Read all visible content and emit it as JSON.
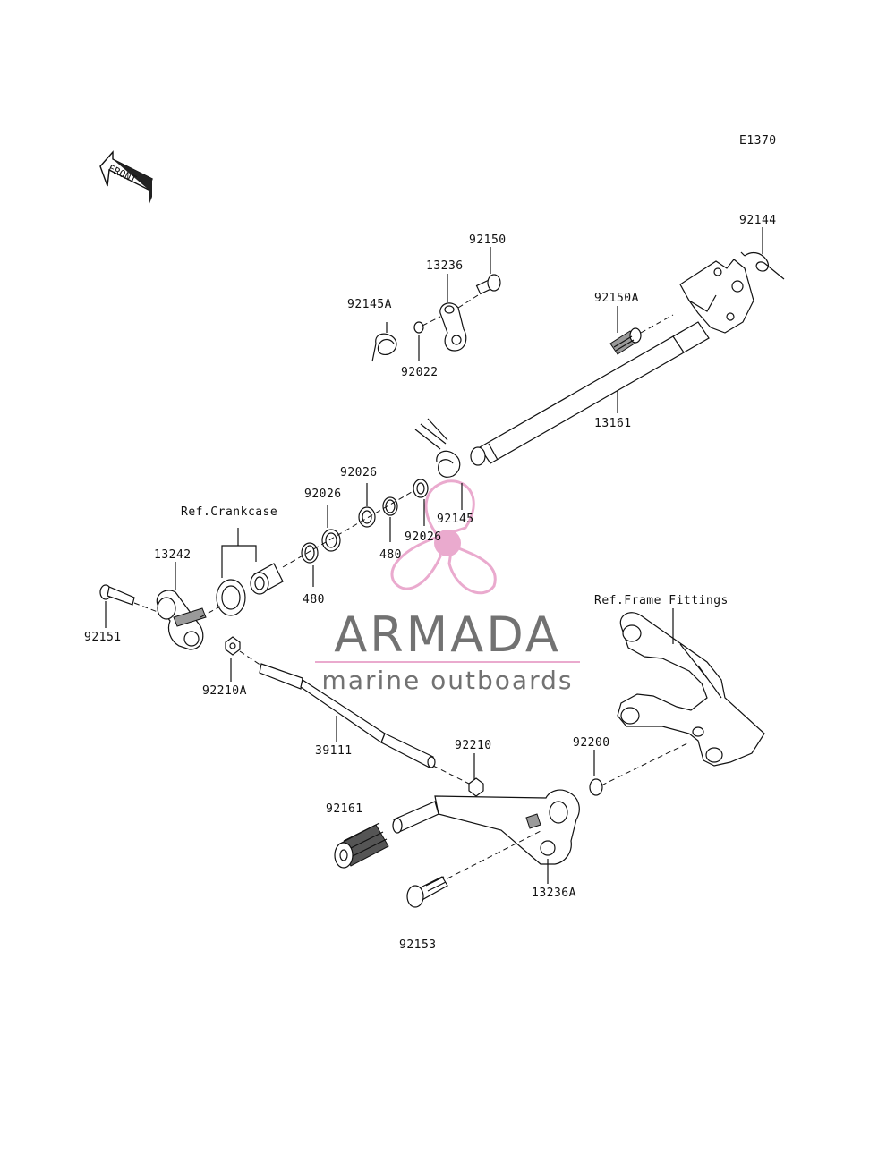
{
  "diagram_code": "E1370",
  "front_label": "FRONT",
  "watermark": {
    "brand": "ARMADA",
    "tagline": "marine outboards",
    "colors": {
      "logo": "#e9a6cc",
      "text": "#6b6b6b",
      "rule": "#e9a6cc"
    }
  },
  "parts": {
    "p92144": "92144",
    "p92150": "92150",
    "p13236": "13236",
    "p92145A": "92145A",
    "p92022": "92022",
    "p92150A": "92150A",
    "p13161": "13161",
    "p92026_a": "92026",
    "p92026_b": "92026",
    "p92026_c": "92026",
    "p92145": "92145",
    "p480_a": "480",
    "p480_b": "480",
    "ref_crankcase": "Ref.Crankcase",
    "p13242": "13242",
    "p92151": "92151",
    "p92210A": "92210A",
    "ref_frame": "Ref.Frame Fittings",
    "p39111": "39111",
    "p92210": "92210",
    "p92200": "92200",
    "p92161": "92161",
    "p13236A": "13236A",
    "p92153": "92153"
  }
}
